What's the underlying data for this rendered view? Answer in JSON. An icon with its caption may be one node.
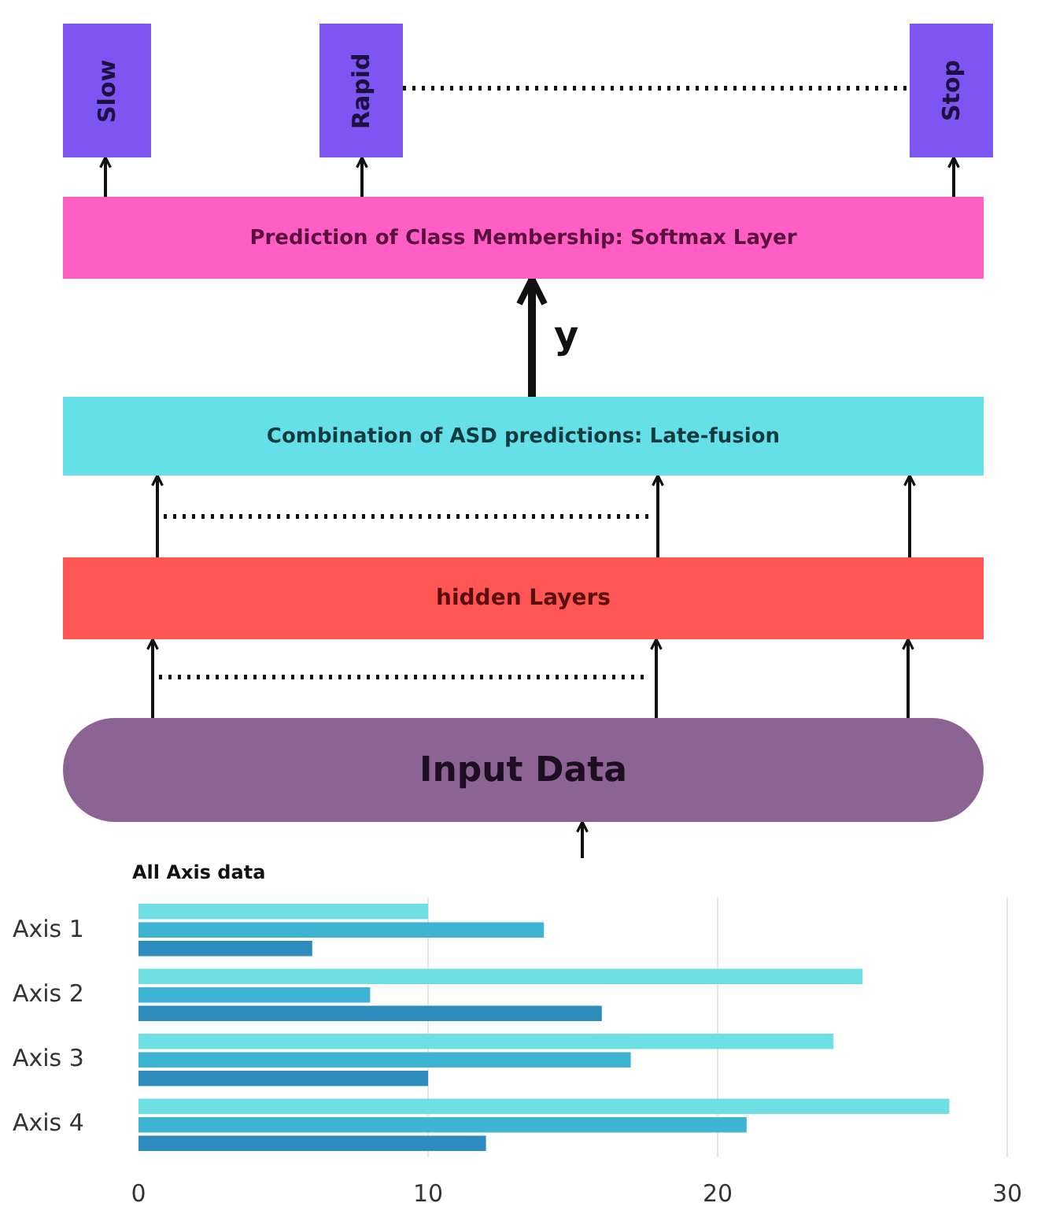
{
  "diagram": {
    "nodes": [
      {
        "text": [
          "Slow"
        ]
      },
      {
        "text": [
          "Rapid"
        ]
      },
      {
        "text": [
          "Stop"
        ]
      },
      {
        "text": [
          "Prediction of Class Membership: Softmax Layer"
        ]
      },
      {
        "text": [
          "Combination of ASD predictions: Late-fusion"
        ]
      },
      {
        "text": [
          "hidden Layers"
        ]
      },
      {
        "text": [
          "Input Data"
        ]
      },
      {
        "text": [],
        "shape": "picture"
      }
    ],
    "edges": [
      {
        "from": 3,
        "to": 0,
        "arrow": "to"
      },
      {
        "from": 3,
        "to": 1,
        "arrow": "to"
      },
      {
        "from": 3,
        "to": 2,
        "arrow": "to"
      },
      {
        "from": 1,
        "to": 2,
        "arrow": "none",
        "style": "dashed"
      },
      {
        "from": 4,
        "to": 3,
        "arrow": "to",
        "label": "y",
        "style": "thick"
      },
      {
        "from": 5,
        "to": 4,
        "arrow": "to"
      },
      {
        "from": 5,
        "to": 4,
        "arrow": "to"
      },
      {
        "from": 5,
        "to": 4,
        "arrow": "to"
      },
      {
        "from": 6,
        "to": 5,
        "arrow": "to"
      },
      {
        "from": 6,
        "to": 5,
        "arrow": "to"
      },
      {
        "from": 6,
        "to": 5,
        "arrow": "to"
      },
      {
        "from": 7,
        "to": 6,
        "arrow": "to"
      }
    ],
    "chart_data": {
      "type": "bar",
      "orientation": "horizontal",
      "title": "All Axis data",
      "categories": [
        "Axis 1",
        "Axis 2",
        "Axis 3",
        "Axis 4"
      ],
      "series": [
        {
          "color": "#6ee0e4",
          "values": [
            10,
            25,
            24,
            28
          ]
        },
        {
          "color": "#3eb4d4",
          "values": [
            14,
            8,
            17,
            21
          ]
        },
        {
          "color": "#2e8bbd",
          "values": [
            6,
            16,
            10,
            12
          ]
        }
      ],
      "xlim": [
        0,
        30
      ],
      "xticks": [
        0,
        10,
        20,
        30
      ]
    }
  }
}
